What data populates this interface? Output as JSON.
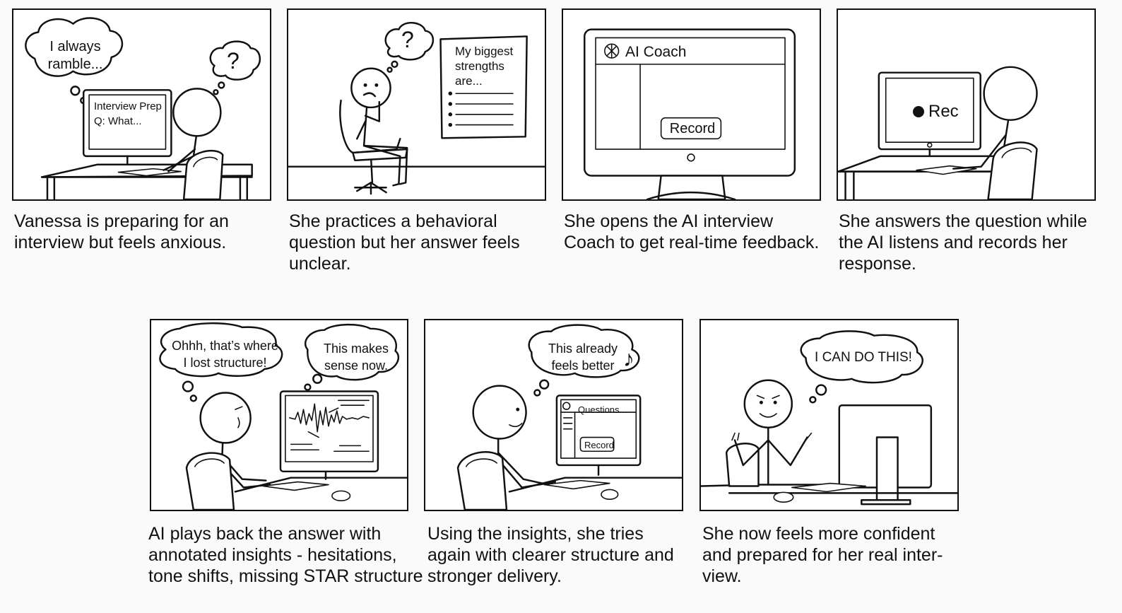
{
  "panels": [
    {
      "thought": [
        "I always",
        "ramble..."
      ],
      "monitor_text": [
        "Interview Prep",
        "Q: What..."
      ],
      "question_mark": "?",
      "caption": [
        "Vanessa is preparing for an",
        "interview but feels anxious."
      ]
    },
    {
      "question_mark": "?",
      "poster_text": [
        "My biggest",
        "strengths",
        "are..."
      ],
      "caption": [
        "She practices a behavioral",
        "question but her answer feels",
        "unclear."
      ]
    },
    {
      "app_title": "AI Coach",
      "record_button": "Record",
      "caption": [
        "She opens the AI interview",
        "Coach to get real-time feedback."
      ]
    },
    {
      "rec_label": "Rec",
      "caption": [
        "She answers the question while",
        "the AI listens and records her",
        "response."
      ]
    },
    {
      "speech": [
        "Ohhh, that’s where",
        "I lost structure!"
      ],
      "thought": [
        "This makes",
        "sense now."
      ],
      "caption": [
        "AI plays back the answer with",
        "annotated insights - hesitations,",
        "tone shifts, missing STAR structure"
      ]
    },
    {
      "thought": [
        "This already",
        "feels better"
      ],
      "music_note": "♪",
      "window_title": "Questions...",
      "record_button": "Record",
      "caption": [
        "Using the insights, she tries",
        "again with clearer structure and",
        "stronger delivery."
      ]
    },
    {
      "speech": "I CAN DO THIS!",
      "caption": [
        "She now feels more confident",
        "and prepared for her real inter-",
        "view."
      ]
    }
  ]
}
